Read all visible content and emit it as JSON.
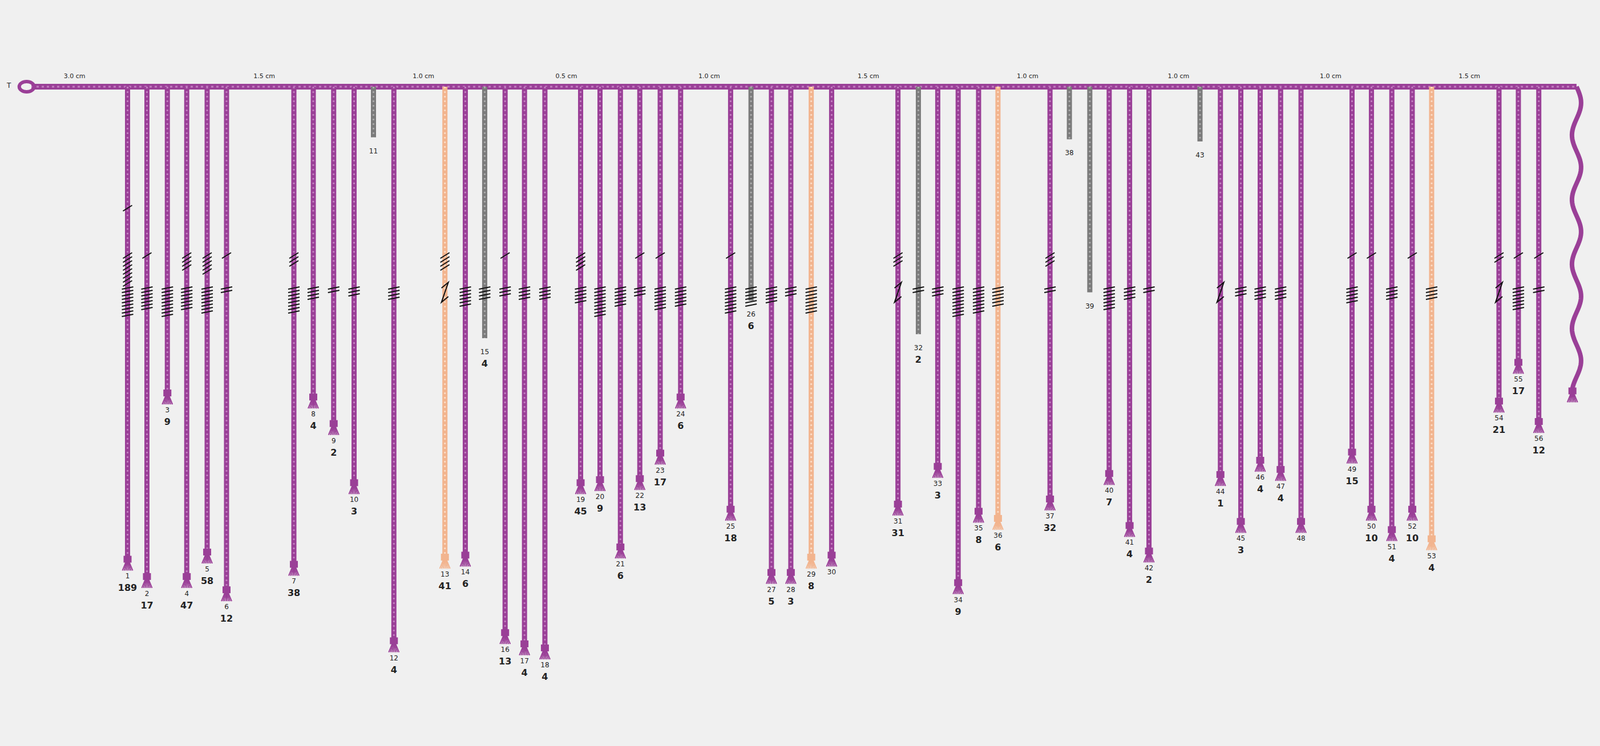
{
  "diagram": {
    "labels": [
      "T",
      "3.0 cm",
      "1.5 cm",
      "1.0 cm",
      "0.5 cm",
      "1.0 cm",
      "1.5 cm",
      "1.0 cm",
      "1.0 cm",
      "1.0 cm",
      "1.5 cm",
      "1",
      "189",
      "2",
      "17",
      "3",
      "9",
      "4",
      "47",
      "5",
      "58",
      "6",
      "12",
      "7",
      "38",
      "8",
      "4",
      "9",
      "2",
      "10",
      "3",
      "11",
      "12",
      "4",
      "13",
      "41",
      "14",
      "6",
      "15",
      "4",
      "16",
      "13",
      "17",
      "4",
      "18",
      "4",
      "19",
      "45",
      "20",
      "9",
      "21",
      "6",
      "22",
      "13",
      "23",
      "17",
      "24",
      "6",
      "25",
      "18",
      "26",
      "6",
      "27",
      "5",
      "28",
      "3",
      "29",
      "8",
      "30",
      "31",
      "31",
      "32",
      "2",
      "33",
      "3",
      "34",
      "9",
      "35",
      "8",
      "36",
      "6",
      "37",
      "32",
      "38",
      "39",
      "40",
      "7",
      "41",
      "4",
      "42",
      "2",
      "43",
      "44",
      "1",
      "45",
      "3",
      "46",
      "4",
      "47",
      "4",
      "48",
      "49",
      "15",
      "50",
      "10",
      "51",
      "4",
      "52",
      "10",
      "53",
      "4",
      "54",
      "21",
      "55",
      "17",
      "56",
      "12"
    ]
  }
}
